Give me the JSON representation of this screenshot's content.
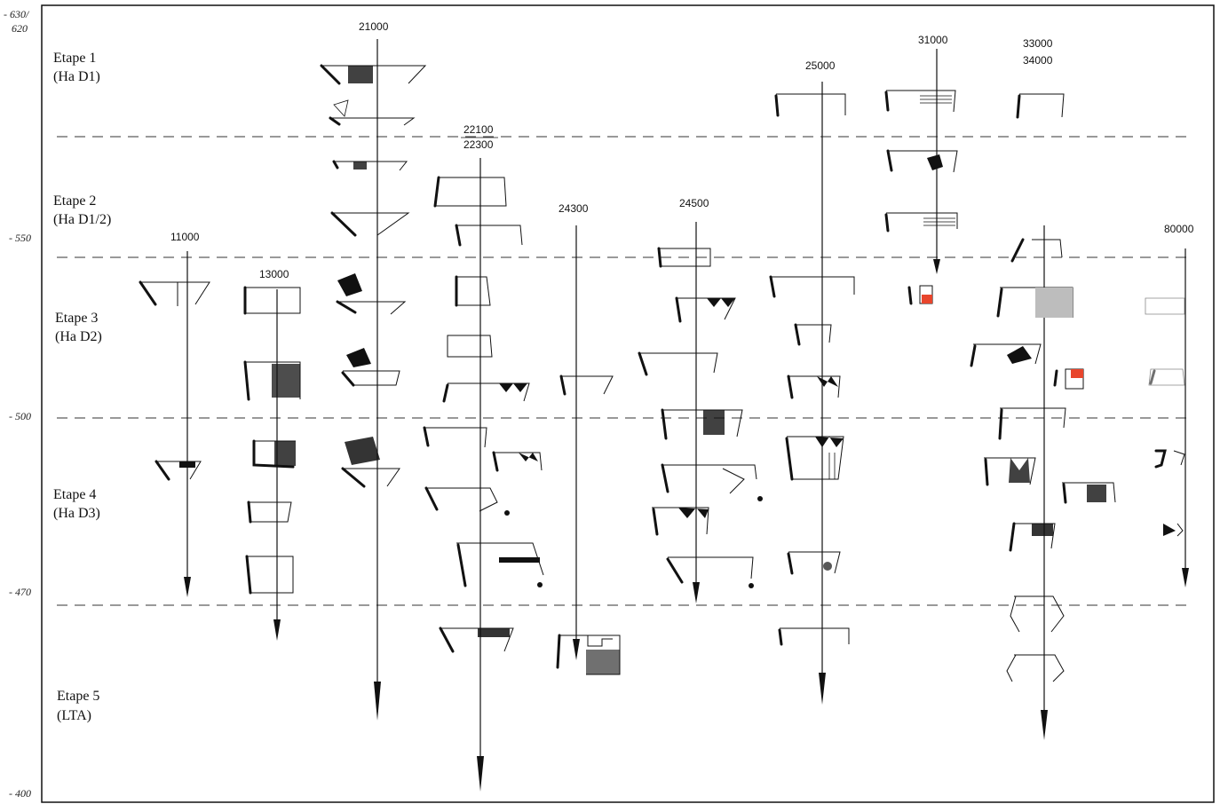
{
  "dates": [
    {
      "id": "d630",
      "line1": "- 630/",
      "line2": "620"
    },
    {
      "id": "d550",
      "line1": "- 550",
      "line2": ""
    },
    {
      "id": "d500",
      "line1": "- 500",
      "line2": ""
    },
    {
      "id": "d470",
      "line1": "- 470",
      "line2": ""
    },
    {
      "id": "d400",
      "line1": "- 400",
      "line2": ""
    }
  ],
  "stages": [
    {
      "id": "stage1",
      "line1": "Etape 1",
      "line2": "(Ha  D1)"
    },
    {
      "id": "stage2",
      "line1": "Etape 2",
      "line2": "(Ha  D1/2)"
    },
    {
      "id": "stage3",
      "line1": "Etape 3",
      "line2": "(Ha  D2)"
    },
    {
      "id": "stage4",
      "line1": "Etape 4",
      "line2": "(Ha  D3)"
    },
    {
      "id": "stage5",
      "line1": "Etape 5",
      "line2": "(LTA)"
    }
  ],
  "sequences": [
    {
      "id": "seq-11000",
      "label": "11000",
      "label2": ""
    },
    {
      "id": "seq-13000",
      "label": "13000",
      "label2": ""
    },
    {
      "id": "seq-21000",
      "label": "21000",
      "label2": ""
    },
    {
      "id": "seq-22100",
      "label": "22100",
      "label2": "22300"
    },
    {
      "id": "seq-24300",
      "label": "24300",
      "label2": ""
    },
    {
      "id": "seq-24500",
      "label": "24500",
      "label2": ""
    },
    {
      "id": "seq-25000",
      "label": "25000",
      "label2": ""
    },
    {
      "id": "seq-31000",
      "label": "31000",
      "label2": ""
    },
    {
      "id": "seq-33000",
      "label": "33000",
      "label2": "34000"
    },
    {
      "id": "seq-80000",
      "label": "80000",
      "label2": ""
    }
  ],
  "colors": {
    "line": "#111111",
    "accent_red": "#e8452c",
    "shade_gray": "#bdbdbd"
  }
}
